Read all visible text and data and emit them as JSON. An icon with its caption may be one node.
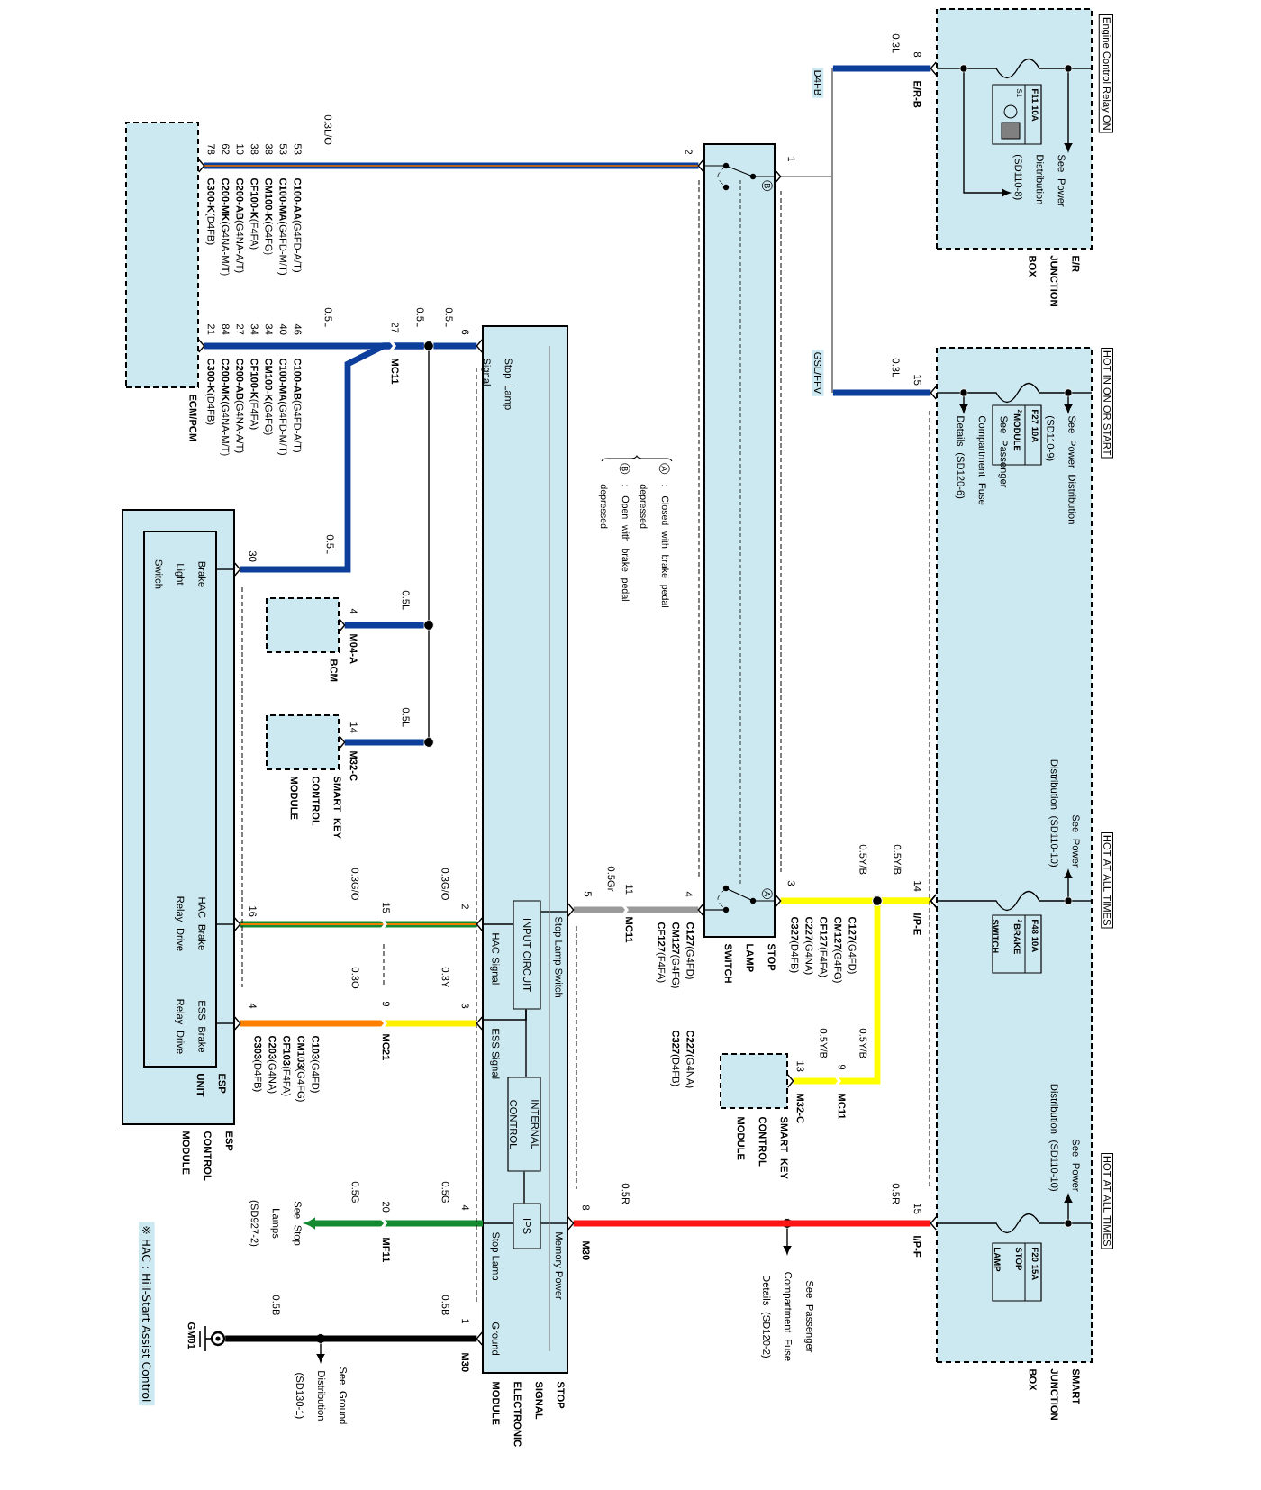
{
  "diagram": {
    "nodes": [
      {
        "text": [
          "E/R JUNCTION BOX"
        ]
      },
      {
        "text": [
          "Engine Control Relay ON"
        ]
      },
      {
        "text": [
          "F11 10A",
          "S1"
        ],
        "in": 0
      },
      {
        "text": [
          "See Power Distribution (SD110-8)"
        ],
        "in": 0
      },
      {
        "text": [
          "SMART JUNCTION BOX"
        ]
      },
      {
        "text": [
          "HOT IN ON OR START"
        ]
      },
      {
        "text": [
          "F27 10A",
          "$^{2}$MODULE"
        ],
        "in": 4
      },
      {
        "text": [
          "See Power Distribution (SD110-9)"
        ],
        "in": 4
      },
      {
        "text": [
          "See Passenger Compartment Fuse Details (SD120-6)"
        ],
        "in": 4
      },
      {
        "text": [
          "HOT AT ALL TIMES"
        ]
      },
      {
        "text": [
          "F48 10A",
          "$^{2}$BRAKE SWITCH"
        ],
        "in": 4
      },
      {
        "text": [
          "See Power Distribution (SD110-10)"
        ],
        "in": 4
      },
      {
        "text": [
          "HOT AT ALL TIMES"
        ]
      },
      {
        "text": [
          "F20 15A",
          "STOP LAMP"
        ],
        "in": 4
      },
      {
        "text": [
          "See Power Distribution (SD110-10)"
        ],
        "in": 4
      },
      {
        "text": [
          "D4FB"
        ]
      },
      {
        "text": [
          "GSL/FFV"
        ]
      },
      {
        "text": [
          "STOP LAMP SWITCH"
        ]
      },
      {
        "text": [
          "ECM/PCM"
        ]
      },
      {
        "text": [
          "ESP CONTROL MODULE"
        ]
      },
      {
        "text": [
          "ESP UNIT",
          "Brake Light Switch",
          "HAC Brake Relay Drive",
          "ESS Brake Relay Drive"
        ],
        "in": 19
      },
      {
        "text": [
          "BCM"
        ]
      },
      {
        "text": [
          "SMART KEY CONTROL MODULE"
        ]
      },
      {
        "text": [
          "STOP SIGNAL ELECTRONIC MODULE",
          "Stop Lamp Signal",
          "HAC Signal",
          "ESS Signal",
          "Stop Lamp Switch",
          "Memory Power",
          "Stop Lamp",
          "Ground"
        ]
      },
      {
        "text": [
          "INPUT CIRCUIT"
        ],
        "in": 23
      },
      {
        "text": [
          "INTERNAL CONTROL"
        ],
        "in": 23
      },
      {
        "text": [
          "IPS"
        ],
        "in": 23
      },
      {
        "text": [
          "SMART KEY CONTROL MODULE"
        ]
      },
      {
        "text": [
          "See Passenger Compartment Fuse Details (SD120-2)"
        ]
      },
      {
        "text": [
          "See Stop Lamps (SD927-2)"
        ]
      },
      {
        "text": [
          "See Ground Distribution (SD130-1)"
        ]
      },
      {
        "text": [],
        "shape": "ground",
        "beside": [
          "GM01"
        ]
      },
      {
        "text": [
          "※ HAC : Hill-Start Assist Control"
        ]
      },
      {
        "text": [],
        "shape": "bar"
      },
      {
        "text": [],
        "shape": "circle"
      },
      {
        "text": [],
        "shape": "circle"
      },
      {
        "text": [],
        "shape": "circle"
      },
      {
        "text": [],
        "shape": "circle",
        "in": 0
      },
      {
        "text": [],
        "shape": "circle",
        "in": 0
      },
      {
        "text": [],
        "shape": "circle",
        "in": 4
      },
      {
        "text": [],
        "shape": "circle",
        "in": 4
      },
      {
        "text": [],
        "shape": "circle",
        "in": 4
      },
      {
        "text": [],
        "shape": "circle",
        "in": 4
      },
      {
        "text": [],
        "shape": "circle"
      },
      {
        "text": [],
        "shape": "circle"
      }
    ],
    "edges": [
      {
        "from": 0,
        "to": 33,
        "arrow": "other",
        "style": "thick",
        "color": "#0c3f9b"
      },
      {
        "from": 4,
        "to": 33,
        "arrow": "other",
        "style": "thick",
        "color": "#0c3f9b"
      },
      {
        "from": 33,
        "to": 17,
        "arrow": "other",
        "color": "#808080"
      },
      {
        "from": 18,
        "to": 17,
        "arrow": "other",
        "style": "thick",
        "color": "#0c3f9b"
      },
      {
        "from": 18,
        "to": 34,
        "arrow": "other",
        "style": "thick",
        "color": "#0c3f9b"
      },
      {
        "from": 19,
        "to": 34,
        "arrow": "other",
        "style": "thick",
        "color": "#0c3f9b"
      },
      {
        "from": 34,
        "to": 23,
        "arrow": "other",
        "style": "thick",
        "color": "#0c3f9b"
      },
      {
        "from": 21,
        "to": 35,
        "arrow": "other",
        "style": "thick",
        "color": "#0c3f9b"
      },
      {
        "from": 22,
        "to": 36,
        "arrow": "other",
        "style": "thick",
        "color": "#0c3f9b"
      },
      {
        "from": 19,
        "to": 23,
        "arrow": "other",
        "style": "thick",
        "color": "#138a2f"
      },
      {
        "from": 19,
        "to": 23,
        "arrow": "other",
        "style": "thick",
        "color": "#ff7f00"
      },
      {
        "from": 17,
        "to": 23,
        "arrow": "other",
        "style": "thick",
        "color": "#9a9a9a"
      },
      {
        "from": 4,
        "to": 17,
        "arrow": "other",
        "style": "thick",
        "color": "#ffff00"
      },
      {
        "from": 4,
        "to": 27,
        "arrow": "other",
        "style": "thick",
        "color": "#ffff00"
      },
      {
        "from": 4,
        "to": 23,
        "arrow": "other",
        "style": "thick",
        "color": "#ff1414"
      },
      {
        "from": 43,
        "to": 28,
        "arrow": "to"
      },
      {
        "from": 23,
        "to": 29,
        "arrow": "to",
        "style": "thick",
        "color": "#138a2f"
      },
      {
        "from": 23,
        "to": 31,
        "arrow": "other",
        "style": "thick"
      },
      {
        "from": 44,
        "to": 30,
        "arrow": "to"
      },
      {
        "from": 38,
        "to": 3,
        "arrow": "to"
      },
      {
        "from": 40,
        "to": 7,
        "arrow": "to"
      },
      {
        "from": 39,
        "to": 8,
        "arrow": "to"
      },
      {
        "from": 41,
        "to": 11,
        "arrow": "to"
      },
      {
        "from": 42,
        "to": 14,
        "arrow": "to"
      },
      {
        "from": 37,
        "to": 3,
        "arrow": "to"
      },
      {
        "from": 23,
        "to": 24,
        "arrow": "none"
      },
      {
        "from": 23,
        "to": 24,
        "arrow": "none"
      },
      {
        "from": 23,
        "to": 24,
        "arrow": "none"
      },
      {
        "from": 24,
        "to": 25,
        "arrow": "none"
      },
      {
        "from": 25,
        "to": 26,
        "arrow": "none"
      },
      {
        "from": 26,
        "to": 23,
        "arrow": "none"
      },
      {
        "from": 26,
        "to": 23,
        "arrow": "none"
      },
      {
        "from": 20,
        "to": 19,
        "arrow": "none"
      },
      {
        "from": 20,
        "to": 19,
        "arrow": "none"
      },
      {
        "from": 20,
        "to": 19,
        "arrow": "none"
      },
      {
        "from": 35,
        "to": 34,
        "arrow": "none"
      },
      {
        "from": 36,
        "to": 35,
        "arrow": "none"
      },
      {
        "from": 0,
        "to": 37,
        "arrow": "none"
      },
      {
        "from": 37,
        "to": 38,
        "arrow": "none"
      },
      {
        "from": 38,
        "to": 0,
        "arrow": "none"
      },
      {
        "from": 4,
        "to": 39,
        "arrow": "none"
      },
      {
        "from": 39,
        "to": 40,
        "arrow": "none"
      },
      {
        "from": 40,
        "to": 4,
        "arrow": "none"
      },
      {
        "from": 4,
        "to": 41,
        "arrow": "none"
      },
      {
        "from": 41,
        "to": 4,
        "arrow": "none"
      },
      {
        "from": 4,
        "to": 42,
        "arrow": "none"
      },
      {
        "from": 42,
        "to": 4,
        "arrow": "none"
      }
    ],
    "labels": [
      "0.3L",
      "8",
      "E/R-B",
      "0.3L",
      "15",
      "0.3L/O",
      "53",
      "53",
      "38",
      "38",
      "10",
      "62",
      "78",
      "**C100-AA**(G4FD-A/T)",
      "**C100-MA**(G4FD-M/T)",
      "**CM100-K**(G4FG)",
      "**CF100-K**(F4FA)",
      "**C200-AB**(G4NA-A/T)",
      "**C200-MK**(G4NA-M/T)",
      "**C300-K**(D4FB)",
      "0.5L",
      "46",
      "40",
      "34",
      "34",
      "27",
      "84",
      "21",
      "**C100-AB**(G4FD-A/T)",
      "**C100-MA**(G4FD-M/T)",
      "**CM100-K**(G4FG)",
      "**CF100-K**(F4FA)",
      "**C200-AB**(G4NA-A/T)",
      "**C200-MK**(G4NA-M/T)",
      "**C300-K**(D4FB)",
      "27",
      "MC11",
      "0.5L",
      "0.5L",
      "6",
      "0.5L",
      "30",
      "0.5L",
      "4",
      "M04-A",
      "0.5L",
      "14",
      "M32-C",
      ": Closed with brake pedal depressed",
      ": Open with brake pedal depressed",
      "2",
      "1",
      "B",
      "A",
      "3",
      "4",
      "0.5Gr",
      "11",
      "MC11",
      "5",
      "**C127**(G4FD)",
      "**CM127**(G4FG)",
      "**CF127**(F4FA)",
      "**C227**(G4NA)",
      "**C327**(D4FB)",
      "**C127**(G4FD)",
      "**CM127**(G4FG)",
      "**CF127**(F4FA)",
      "**C227**(G4NA)",
      "**C327**(D4FB)",
      "0.5Y/B",
      "0.5Y/B",
      "14",
      "I/P-E",
      "0.5Y/B",
      "0.5Y/B",
      "9",
      "MC11",
      "13",
      "M32-C",
      "16",
      "0.3G/O",
      "15",
      "0.3G/O",
      "2",
      "4",
      "0.3O",
      "9",
      "MC21",
      "0.3Y",
      "3",
      "**C103**(G4FD)",
      "**CM103**(G4FG)",
      "**CF103**(F4FA)",
      "**C203**(G4NA)",
      "**C303**(D4FB)",
      "0.5R",
      "8",
      "M30",
      "0.5R",
      "15",
      "I/P-F",
      "0.5G",
      "4",
      "20",
      "MF11",
      "0.5G",
      "0.5B",
      "1",
      "M30",
      "0.5B",
      "A",
      "B"
    ]
  }
}
